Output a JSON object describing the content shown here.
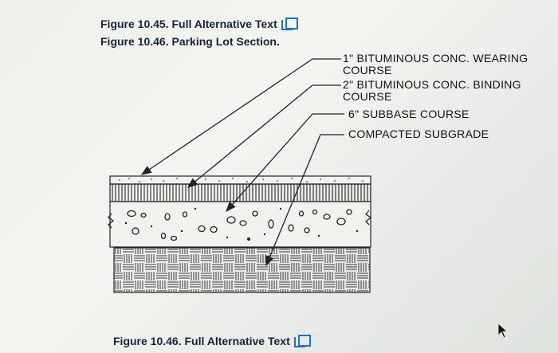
{
  "top_link": {
    "text": "Figure 10.45. Full Alternative Text"
  },
  "figure_caption": "Figure 10.46. Parking Lot Section.",
  "callouts": [
    {
      "text": "1\" BITUMINOUS CONC. WEARING COURSE"
    },
    {
      "text": "2\" BITUMINOUS CONC. BINDING COURSE"
    },
    {
      "text": "6\" SUBBASE COURSE"
    },
    {
      "text": "COMPACTED SUBGRADE"
    }
  ],
  "bottom_link": {
    "text": "Figure 10.46. Full Alternative Text"
  },
  "icons": {
    "external_link": "external-window-icon",
    "cursor": "mouse-pointer-icon"
  },
  "colors": {
    "text": "#16233a",
    "link_icon": "#1f6fd0",
    "drawing": "#222222"
  }
}
